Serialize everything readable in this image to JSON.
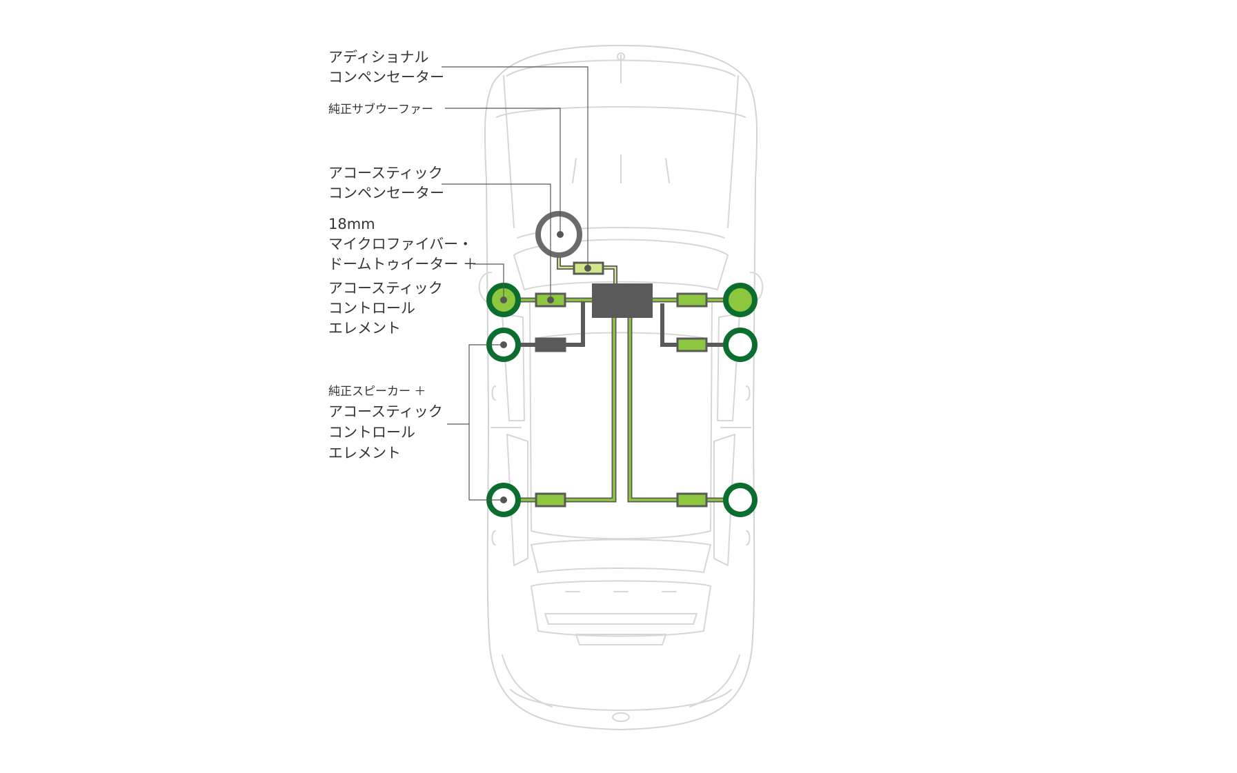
{
  "labels": {
    "additional_compensator": [
      "アディショナル",
      "コンペンセーター"
    ],
    "factory_subwoofer": [
      "純正サブウーファー"
    ],
    "acoustic_compensator": [
      "アコースティック",
      "コンペンセーター"
    ],
    "tweeter_element": [
      "18mm",
      "マイクロファイバー・",
      "ドームトゥイーター ＋",
      "アコースティック",
      "コントロール",
      "エレメント"
    ],
    "speaker_element": [
      "純正スピーカー ＋",
      "アコースティック",
      "コントロール",
      "エレメント"
    ]
  },
  "colors": {
    "dark_green": "#0b6e2e",
    "lime_green": "#8dc63f",
    "pale_green": "#d2e68a",
    "dark_gray": "#5a5a5a",
    "subwoofer_gray": "#6b6b6b",
    "car_outline": "#d6d6d6",
    "text": "#333333"
  }
}
